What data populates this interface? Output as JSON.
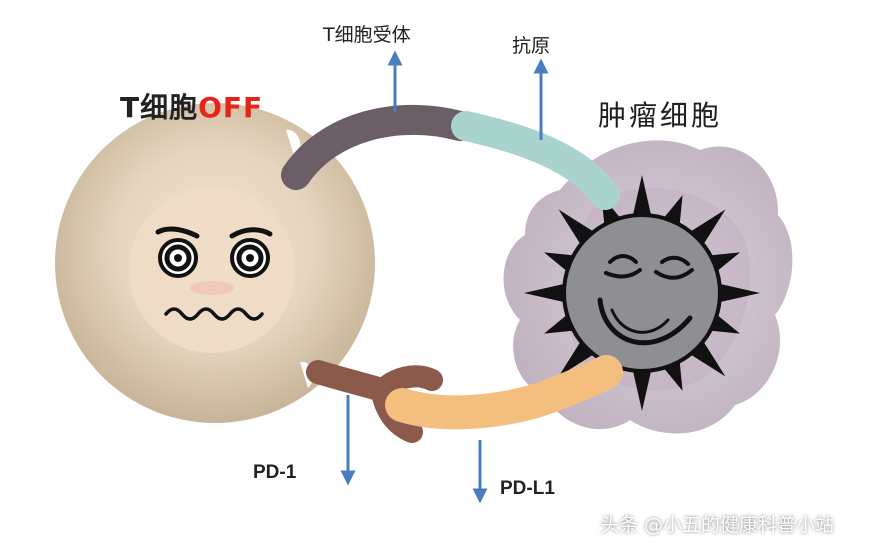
{
  "labels": {
    "t_cell_prefix": "T细胞",
    "t_cell_state": "OFF",
    "tumor_cell": "肿瘤细胞",
    "t_cell_receptor": "T细胞受体",
    "antigen": "抗原",
    "pd1": "PD-1",
    "pdl1": "PD-L1"
  },
  "watermark": "头条 @小五的健康科普小站",
  "colors": {
    "t_cell_outer": "#d8c8b0",
    "t_cell_inner": "#ead7c1",
    "tumor_cell": "#cabcc6",
    "t_cell_receptor": "#6b5e66",
    "antigen": "#a9d3cd",
    "pd1": "#8c5a4b",
    "pdl1": "#f4be7f",
    "arrows": "#4a7dc0",
    "off_text": "#e8231a"
  }
}
